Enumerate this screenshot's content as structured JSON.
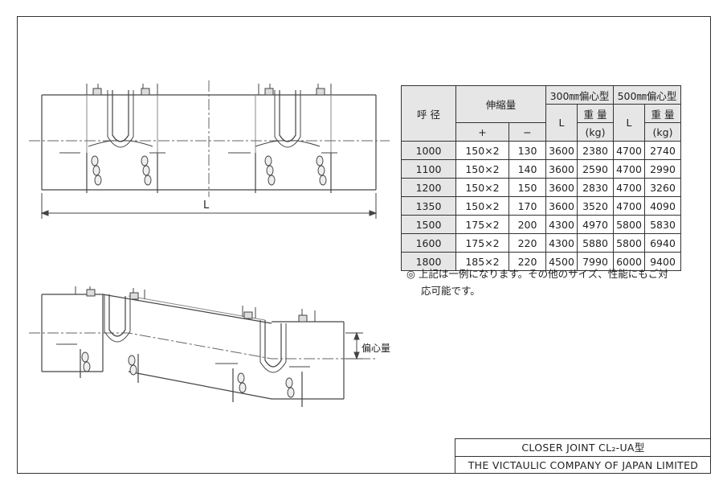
{
  "table": {
    "head": {
      "nominal": "呼 径",
      "stroke": "伸縮量",
      "plus": "+",
      "minus": "−",
      "offset300": "300㎜偏心型",
      "offset500": "500㎜偏心型",
      "L": "L",
      "weight": "重 量",
      "kg": "(kg)"
    },
    "rows": [
      [
        "1000",
        "150×2",
        "130",
        "3600",
        "2380",
        "4700",
        "2740"
      ],
      [
        "1100",
        "150×2",
        "140",
        "3600",
        "2590",
        "4700",
        "2990"
      ],
      [
        "1200",
        "150×2",
        "150",
        "3600",
        "2830",
        "4700",
        "3260"
      ],
      [
        "1350",
        "150×2",
        "170",
        "3600",
        "3520",
        "4700",
        "4090"
      ],
      [
        "1500",
        "175×2",
        "200",
        "4300",
        "4970",
        "5800",
        "5830"
      ],
      [
        "1600",
        "175×2",
        "220",
        "4300",
        "5880",
        "5800",
        "6940"
      ],
      [
        "1800",
        "185×2",
        "220",
        "4500",
        "7990",
        "6000",
        "9400"
      ]
    ]
  },
  "note": {
    "line1": "◎ 上記は一例になります。その他のサイズ、性能にもご対",
    "line2": "応可能です。"
  },
  "drawing": {
    "dimension_L": "L",
    "offset_label": "偏心量"
  },
  "title_block": {
    "product": "CLOSER JOINT  CL₂-UA型",
    "company": "THE VICTAULIC COMPANY OF JAPAN LIMITED"
  }
}
